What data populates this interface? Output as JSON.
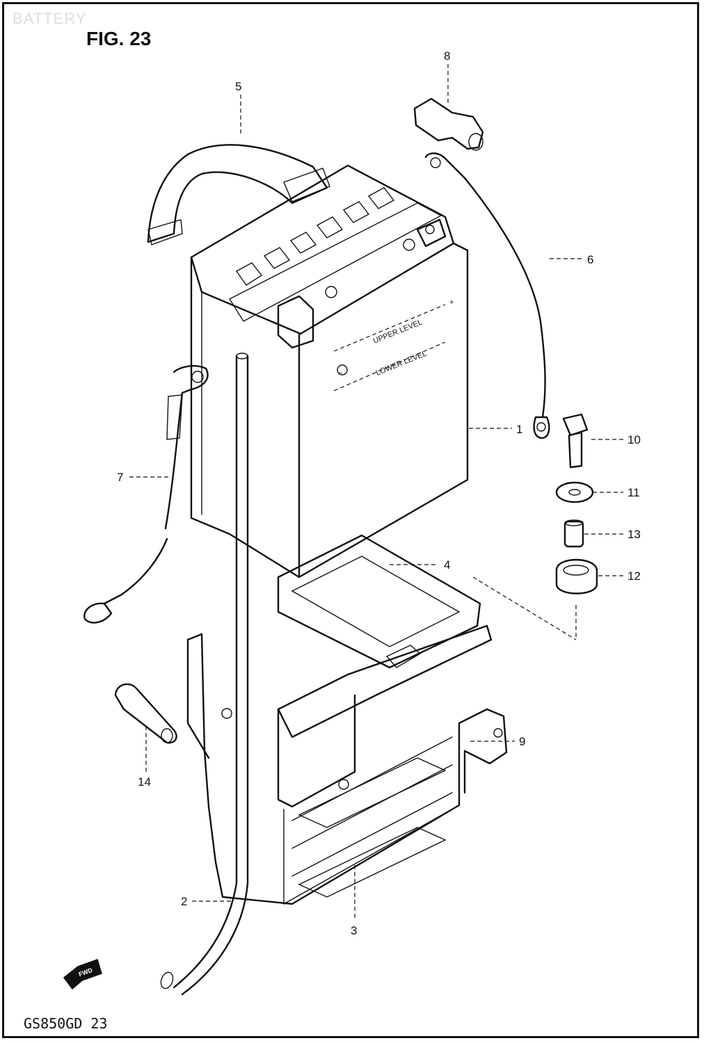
{
  "header": {
    "section_title": "BATTERY",
    "figure_title": "FIG. 23"
  },
  "battery_markings": {
    "upper_level": "UPPER LEVEL",
    "lower_level": "LOWER LEVEL",
    "plus": "+",
    "minus": "−"
  },
  "callouts": {
    "p1": "1",
    "p2": "2",
    "p3": "3",
    "p4": "4",
    "p5": "5",
    "p6": "6",
    "p7": "7",
    "p8": "8",
    "p9": "9",
    "p10": "10",
    "p11": "11",
    "p12": "12",
    "p13": "13",
    "p14": "14"
  },
  "direction_badge": "FWD",
  "footer": {
    "model_code": "GS850GD 23"
  }
}
